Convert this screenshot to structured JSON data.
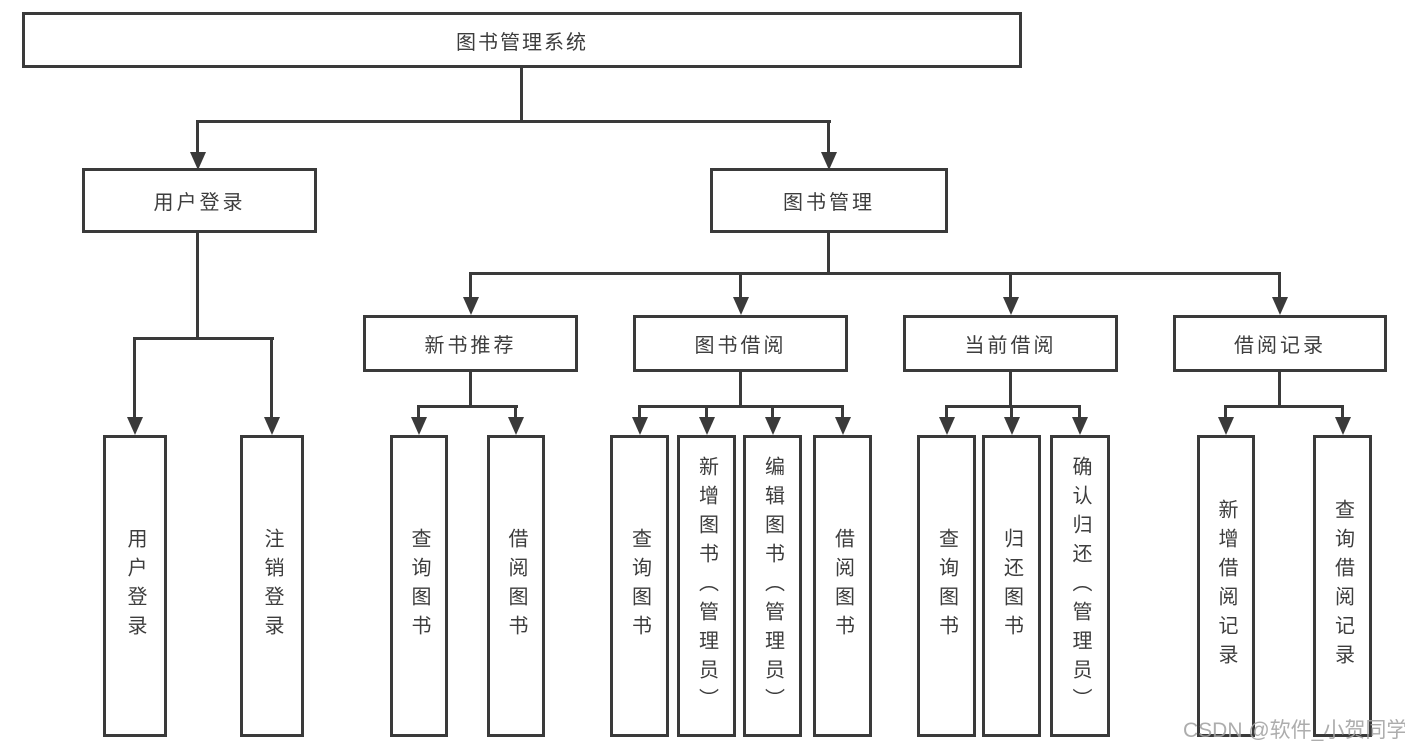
{
  "diagram": {
    "root_label": "图书管理系统",
    "level2": [
      "用户登录",
      "图书管理"
    ],
    "level3": [
      "新书推荐",
      "图书借阅",
      "当前借阅",
      "借阅记录"
    ],
    "leaves": {
      "user_login": [
        "用户登录",
        "注销登录"
      ],
      "new_books": [
        "查询图书",
        "借阅图书"
      ],
      "book_borrow": [
        "查询图书",
        "新增图书（管理员）",
        "编辑图书（管理员）",
        "借阅图书"
      ],
      "current_borrow": [
        "查询图书",
        "归还图书",
        "确认归还（管理员）"
      ],
      "borrow_records": [
        "新增借阅记录",
        "查询借阅记录"
      ]
    }
  },
  "watermark": "CSDN @软件_小贺同学",
  "colors": {
    "line": "#3a3a3a",
    "text": "#3d3d3d",
    "watermark": "#a2a2a2",
    "background": "#ffffff"
  }
}
